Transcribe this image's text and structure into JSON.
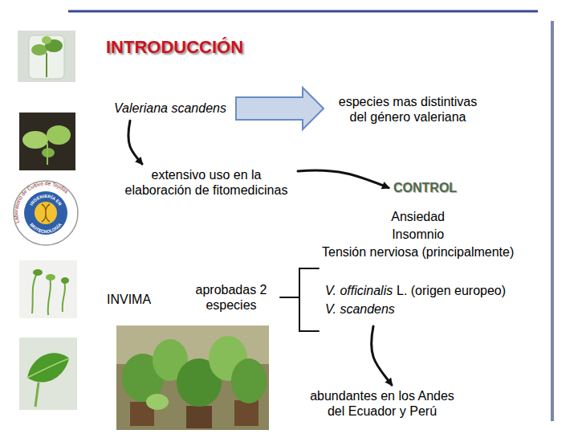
{
  "diagram": {
    "title": "INTRODUCCIÓN",
    "nodes": [
      {
        "text": [
          "Valeriana scandens"
        ]
      },
      {
        "text": [
          "especies mas distintivas del género valeriana"
        ]
      },
      {
        "text": [
          "extensivo uso en la elaboración de fitomedicinas"
        ]
      },
      {
        "text": [
          "CONTROL"
        ]
      },
      {
        "text": [
          "Ansiedad",
          "Insomnio",
          "Tensión nerviosa (principalmente)"
        ]
      },
      {
        "text": [
          "INVIMA"
        ]
      },
      {
        "text": [
          "aprobadas 2 especies"
        ]
      },
      {
        "text": [
          "V. officinalis",
          "L. (origen europeo)",
          "V. scandens"
        ]
      },
      {
        "text": [
          "abundantes en los Andes del Ecuador y Perú"
        ]
      }
    ],
    "edges": [
      {
        "from": 0,
        "to": 1,
        "arrow": "to"
      },
      {
        "from": 0,
        "to": 2,
        "arrow": "to"
      },
      {
        "from": 2,
        "to": 3,
        "arrow": "to"
      },
      {
        "from": 6,
        "to": 7,
        "arrow": "none"
      },
      {
        "from": 7,
        "to": 8,
        "arrow": "to"
      }
    ],
    "labels": [
      "Laboratorio de Cultivo de Tejidos",
      "INGENIERÍA EN",
      "BIOTECNOLOGÍA"
    ]
  }
}
